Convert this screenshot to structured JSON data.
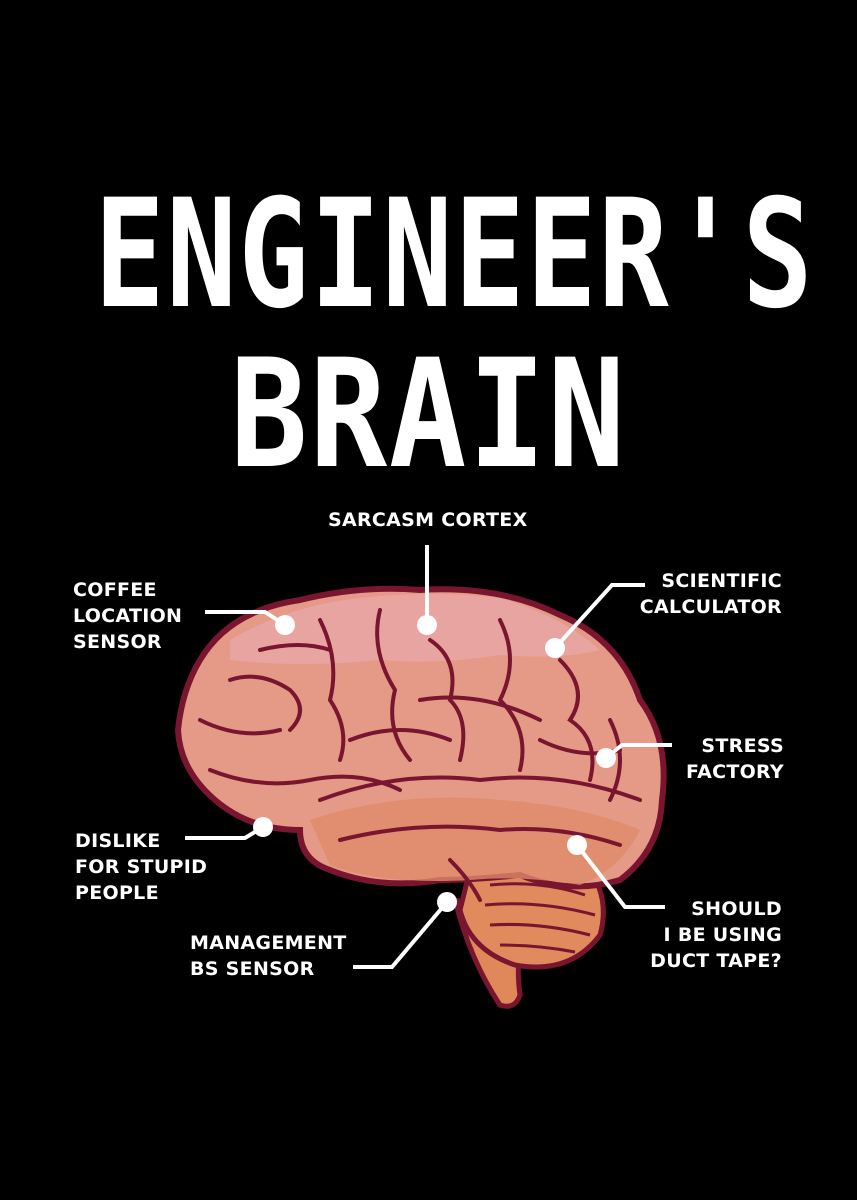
{
  "title": {
    "line1": "ENGINEER'S",
    "line2": "BRAIN"
  },
  "labels": {
    "sarcasm": [
      "SARCASM CORTEX"
    ],
    "coffee": [
      "COFFEE",
      "LOCATION",
      "SENSOR"
    ],
    "scientific": [
      "SCIENTIFIC",
      "CALCULATOR"
    ],
    "stress": [
      "STRESS",
      "FACTORY"
    ],
    "dislike": [
      "DISLIKE",
      "FOR STUPID",
      "PEOPLE"
    ],
    "management": [
      "MANAGEMENT",
      "BS SENSOR"
    ],
    "duct_tape": [
      "SHOULD",
      "I BE USING",
      "DUCT TAPE?"
    ]
  },
  "colors": {
    "background": "#000000",
    "text": "#ffffff",
    "brain_light": "#e8a0a0",
    "brain_mid": "#e49a86",
    "brain_lower": "#e08a6a",
    "cerebellum": "#e0885a",
    "outline": "#7a1530"
  }
}
